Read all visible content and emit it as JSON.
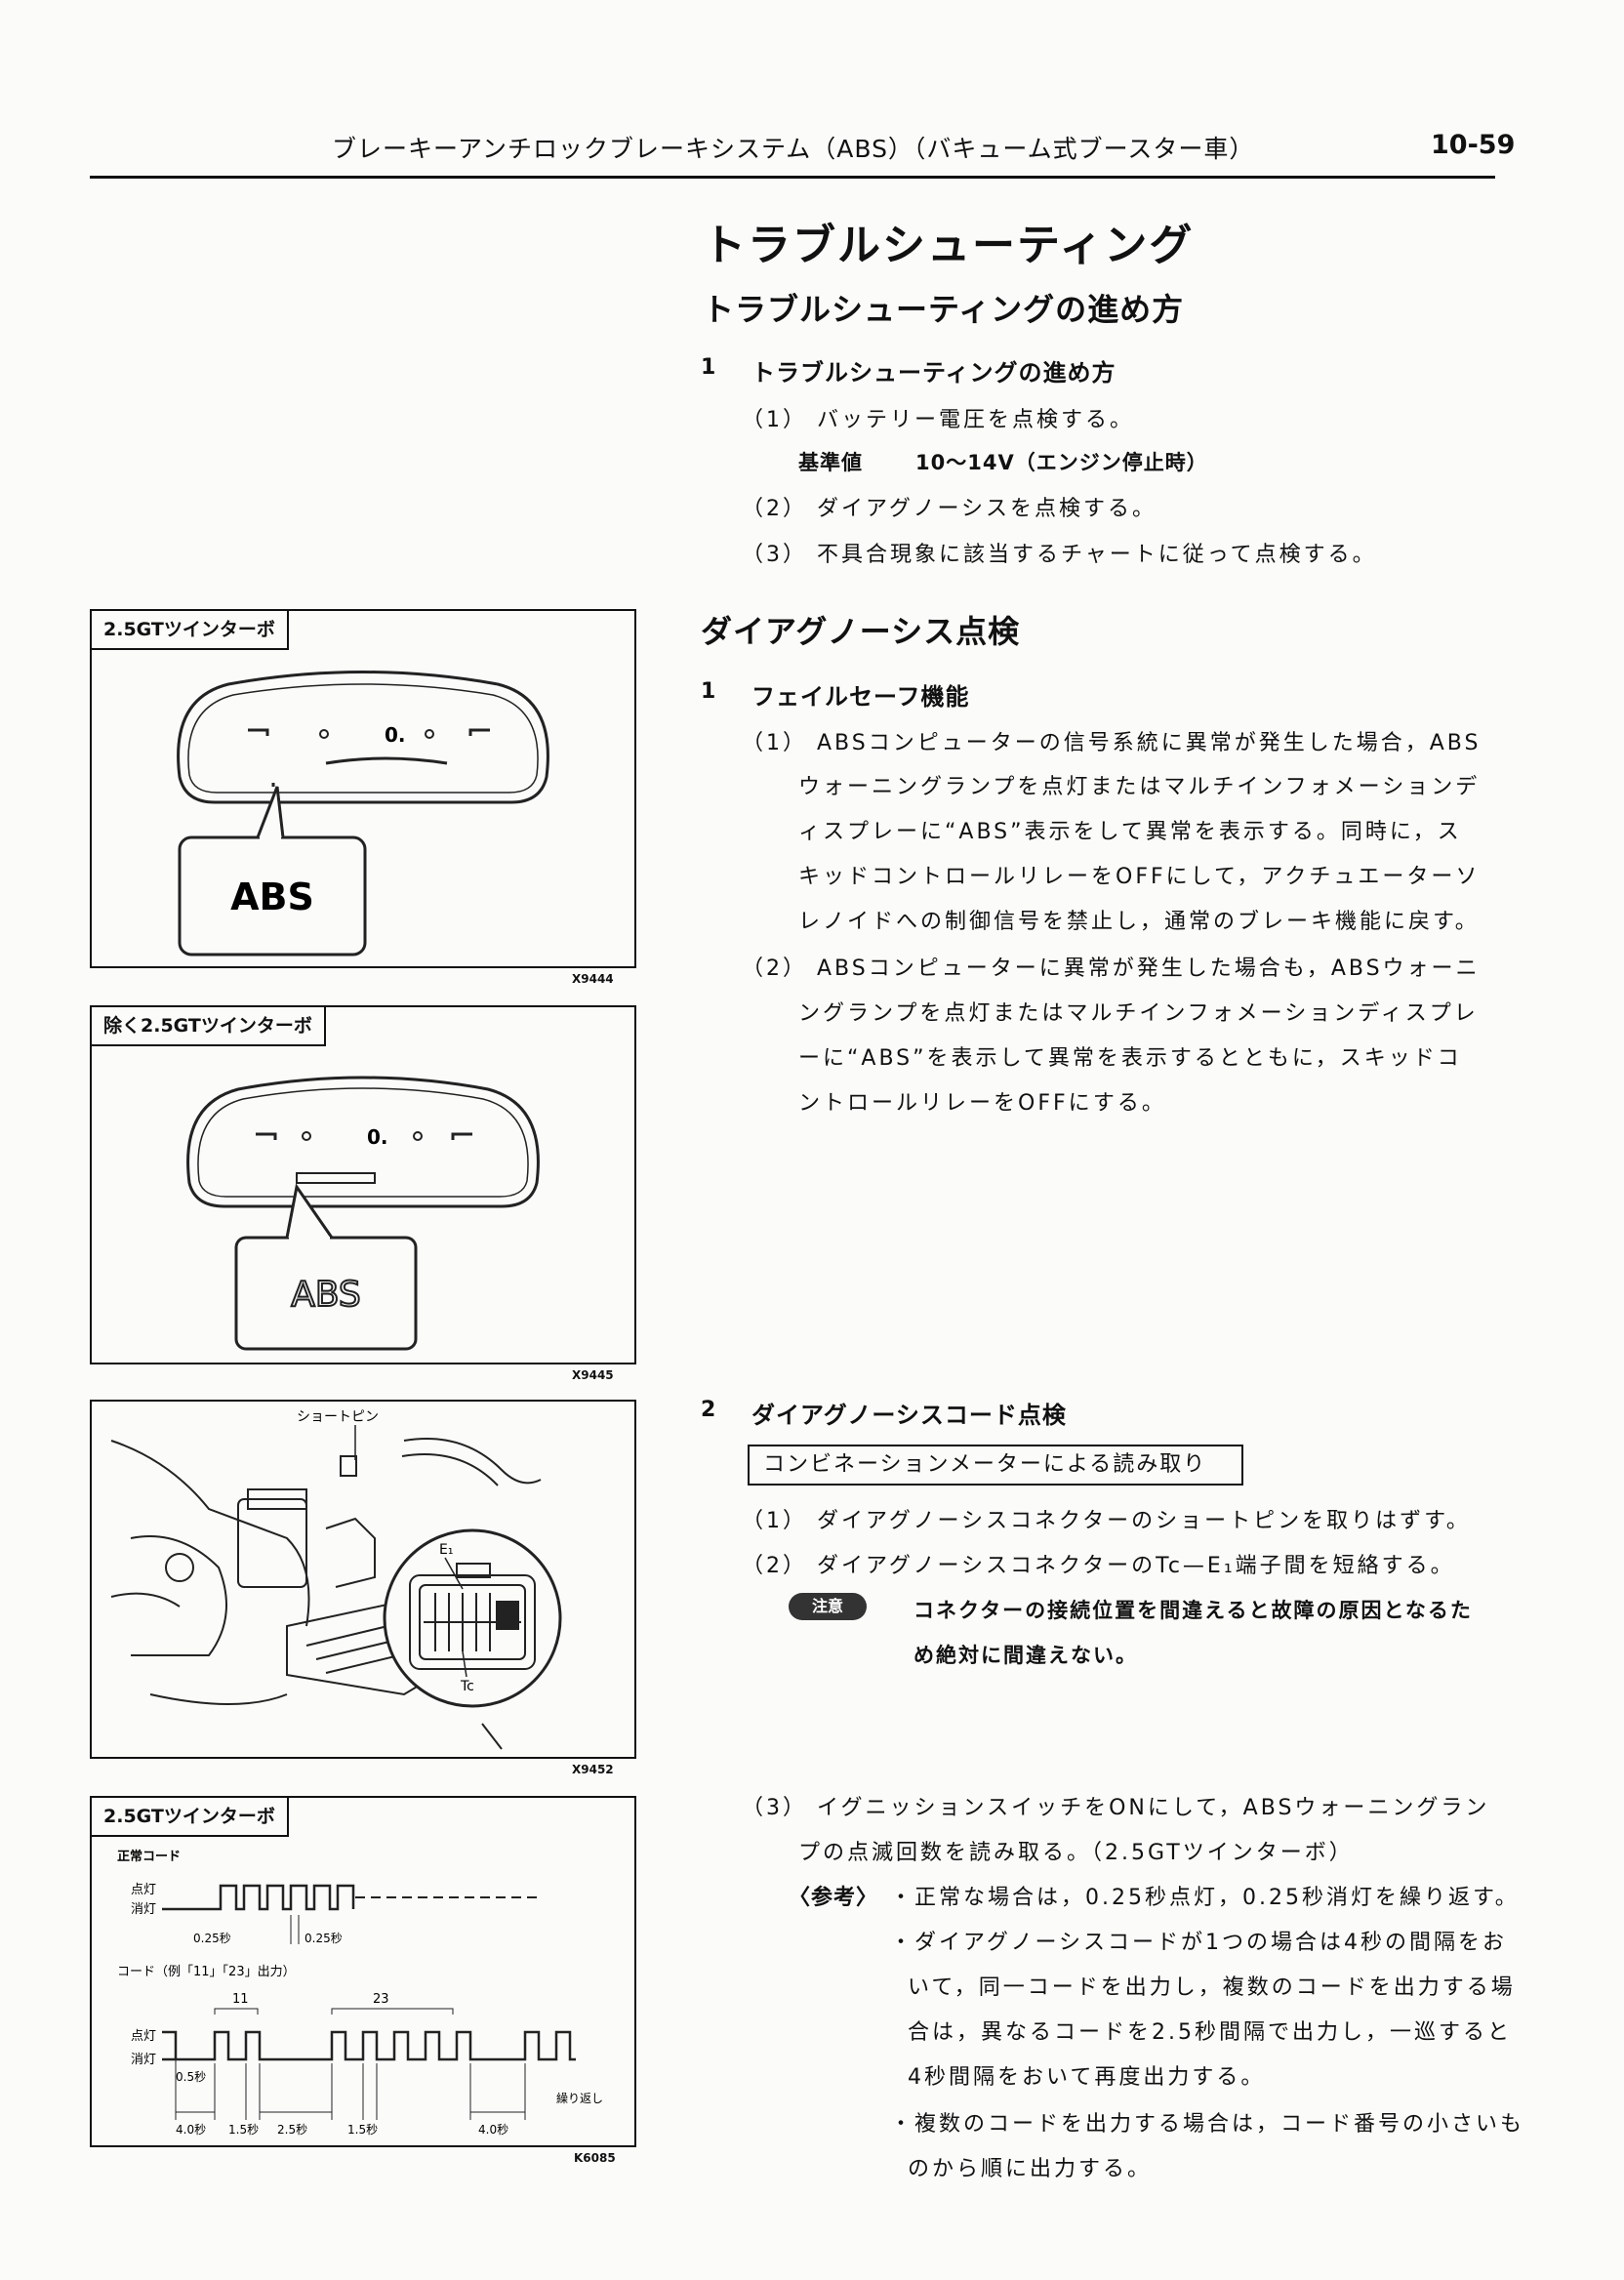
{
  "header": {
    "title": "ブレーキーアンチロックブレーキシステム（ABS）（バキューム式ブースター車）",
    "page_number": "10-59"
  },
  "main": {
    "title": "トラブルシューティング",
    "section1": {
      "heading": "トラブルシューティングの進め方",
      "step1": {
        "num": "1",
        "title": "トラブルシューティングの進め方"
      },
      "item1": "（1） バッテリー電圧を点検する。",
      "spec_label": "基準値",
      "spec_value": "10〜14V（エンジン停止時）",
      "item2": "（2） ダイアグノーシスを点検する。",
      "item3": "（3） 不具合現象に該当するチャートに従って点検する。"
    },
    "section2": {
      "heading": "ダイアグノーシス点検",
      "step1": {
        "num": "1",
        "title": "フェイルセーフ機能"
      },
      "p1_lines": [
        "（1） ABSコンピューターの信号系統に異常が発生した場合，ABS",
        "ウォーニングランプを点灯またはマルチインフォメーションデ",
        "ィスプレーに“ABS”表示をして異常を表示する。同時に，ス",
        "キッドコントロールリレーをOFFにして，アクチュエーターソ",
        "レノイドへの制御信号を禁止し，通常のブレーキ機能に戻す。"
      ],
      "p2_lines": [
        "（2） ABSコンピューターに異常が発生した場合も，ABSウォーニ",
        "ングランプを点灯またはマルチインフォメーションディスプレ",
        "ーに“ABS”を表示して異常を表示するとともに，スキッドコ",
        "ントロールリレーをOFFにする。"
      ],
      "step2": {
        "num": "2",
        "title": "ダイアグノーシスコード点検"
      },
      "boxed_heading": "コンビネーションメーターによる読み取り",
      "c1": "（1） ダイアグノーシスコネクターのショートピンを取りはずす。",
      "c2": "（2） ダイアグノーシスコネクターのTc—E₁端子間を短絡する。",
      "caution_badge": "注意",
      "caution_lines": [
        "コネクターの接続位置を間違えると故障の原因となるた",
        "め絶対に間違えない。"
      ],
      "c3_lines": [
        "（3） イグニッションスイッチをONにして，ABSウォーニングラン",
        "プの点滅回数を読み取る。（2.5GTツインターボ）"
      ],
      "ref_label": "〈参考〉",
      "ref_lines": [
        "・正常な場合は，0.25秒点灯，0.25秒消灯を繰り返す。",
        "・ダイアグノーシスコードが1つの場合は4秒の間隔をお",
        "いて，同一コードを出力し，複数のコードを出力する場",
        "合は，異なるコードを2.5秒間隔で出力し，一巡すると",
        "4秒間隔をおいて再度出力する。",
        "・複数のコードを出力する場合は，コード番号の小さいも",
        "のから順に出力する。"
      ]
    }
  },
  "figures": {
    "fig1": {
      "label": "2.5GTツインターボ",
      "callout": "ABS",
      "code": "X9444"
    },
    "fig2": {
      "label": "除く2.5GTツインターボ",
      "callout": "ABS",
      "code": "X9445"
    },
    "fig3": {
      "short_pin": "ショートピン",
      "e1": "E₁",
      "tc": "Tc",
      "code": "X9452"
    },
    "fig4": {
      "label": "2.5GTツインターボ",
      "normal_code": "正常コード",
      "on": "点灯",
      "off": "消灯",
      "t025a": "0.25秒",
      "t025b": "0.25秒",
      "code_example": "コード（例「11」「23」出力）",
      "n11": "11",
      "n23": "23",
      "t05": "0.5秒",
      "repeat": "繰り返し",
      "t40a": "4.0秒",
      "t15a": "1.5秒",
      "t25": "2.5秒",
      "t15b": "1.5秒",
      "t40b": "4.0秒",
      "code": "K6085"
    }
  }
}
